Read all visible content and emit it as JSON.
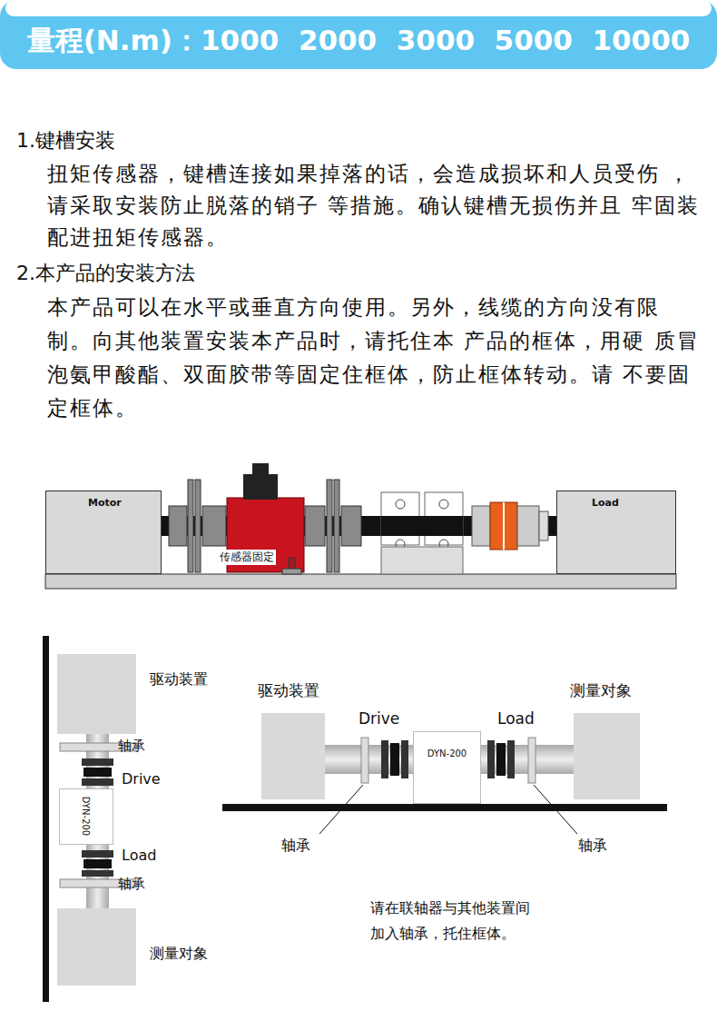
{
  "diagram": {
    "title": "量程(N.m)：1000  2000  3000  5000  10000",
    "nodes": [
      {
        "text": [
          "Motor"
        ]
      },
      {
        "text": [
          "Load"
        ]
      },
      {
        "text": [
          "驱动装置"
        ]
      },
      {
        "text": [
          "DYN-200"
        ]
      },
      {
        "text": [
          "测量对象"
        ]
      },
      {
        "text": [
          "驱动装置"
        ]
      },
      {
        "text": [
          "DYN-200"
        ]
      },
      {
        "text": [
          "测量对象"
        ]
      }
    ],
    "labels": [
      "1.键槽安装",
      "扭矩传感器，键槽连接如果掉落的话，会造成损坏和人员受伤 ，请采取安装防止脱落的销子 等措施。确认键槽无损伤并且 牢固装配进扭矩传感器。",
      "2.本产品的安装方法",
      "本产品可以在水平或垂直方向使用。另外，线缆的方向没有限 制。向其他装置安装本产品时，请托住本 产品的框体，用硬 质冒泡氨甲酸酯、双面胶带等固定住框体，防止框体转动。请 不要固定框体。",
      "传感器固定",
      "轴承",
      "Drive",
      "Load",
      "轴承",
      "Drive",
      "Load",
      "轴承",
      "轴承",
      "请在联轴器与其他装置间 加入轴承，托住框体。"
    ]
  }
}
